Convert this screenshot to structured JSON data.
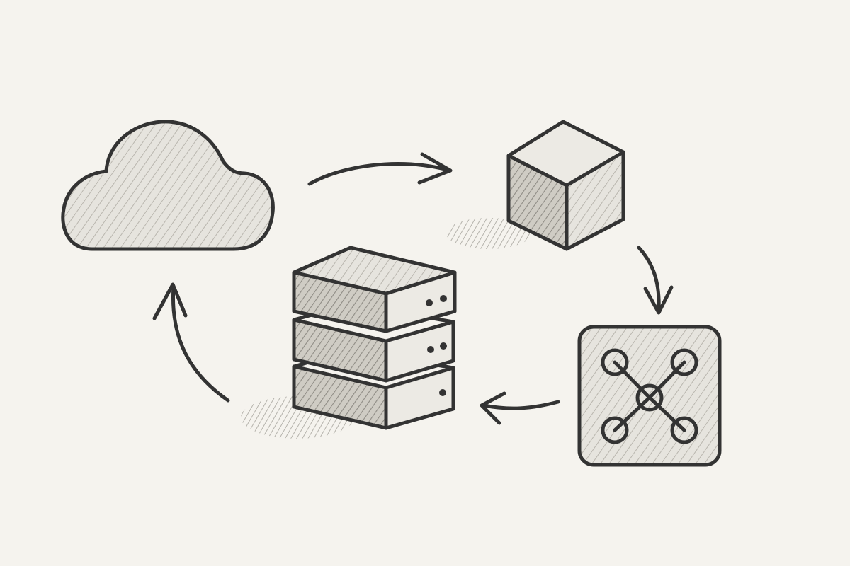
{
  "diagram": {
    "nodes": [
      {
        "id": "cloud",
        "icon": "cloud-icon"
      },
      {
        "id": "container",
        "icon": "cube-icon"
      },
      {
        "id": "network",
        "icon": "network-hub-icon"
      },
      {
        "id": "server",
        "icon": "server-stack-icon"
      }
    ],
    "edges": [
      {
        "from": "cloud",
        "to": "container"
      },
      {
        "from": "container",
        "to": "network"
      },
      {
        "from": "network",
        "to": "server"
      },
      {
        "from": "server",
        "to": "cloud"
      }
    ],
    "colors": {
      "background": "#f5f3ee",
      "stroke": "#333333"
    },
    "style": "pencil-sketch"
  }
}
